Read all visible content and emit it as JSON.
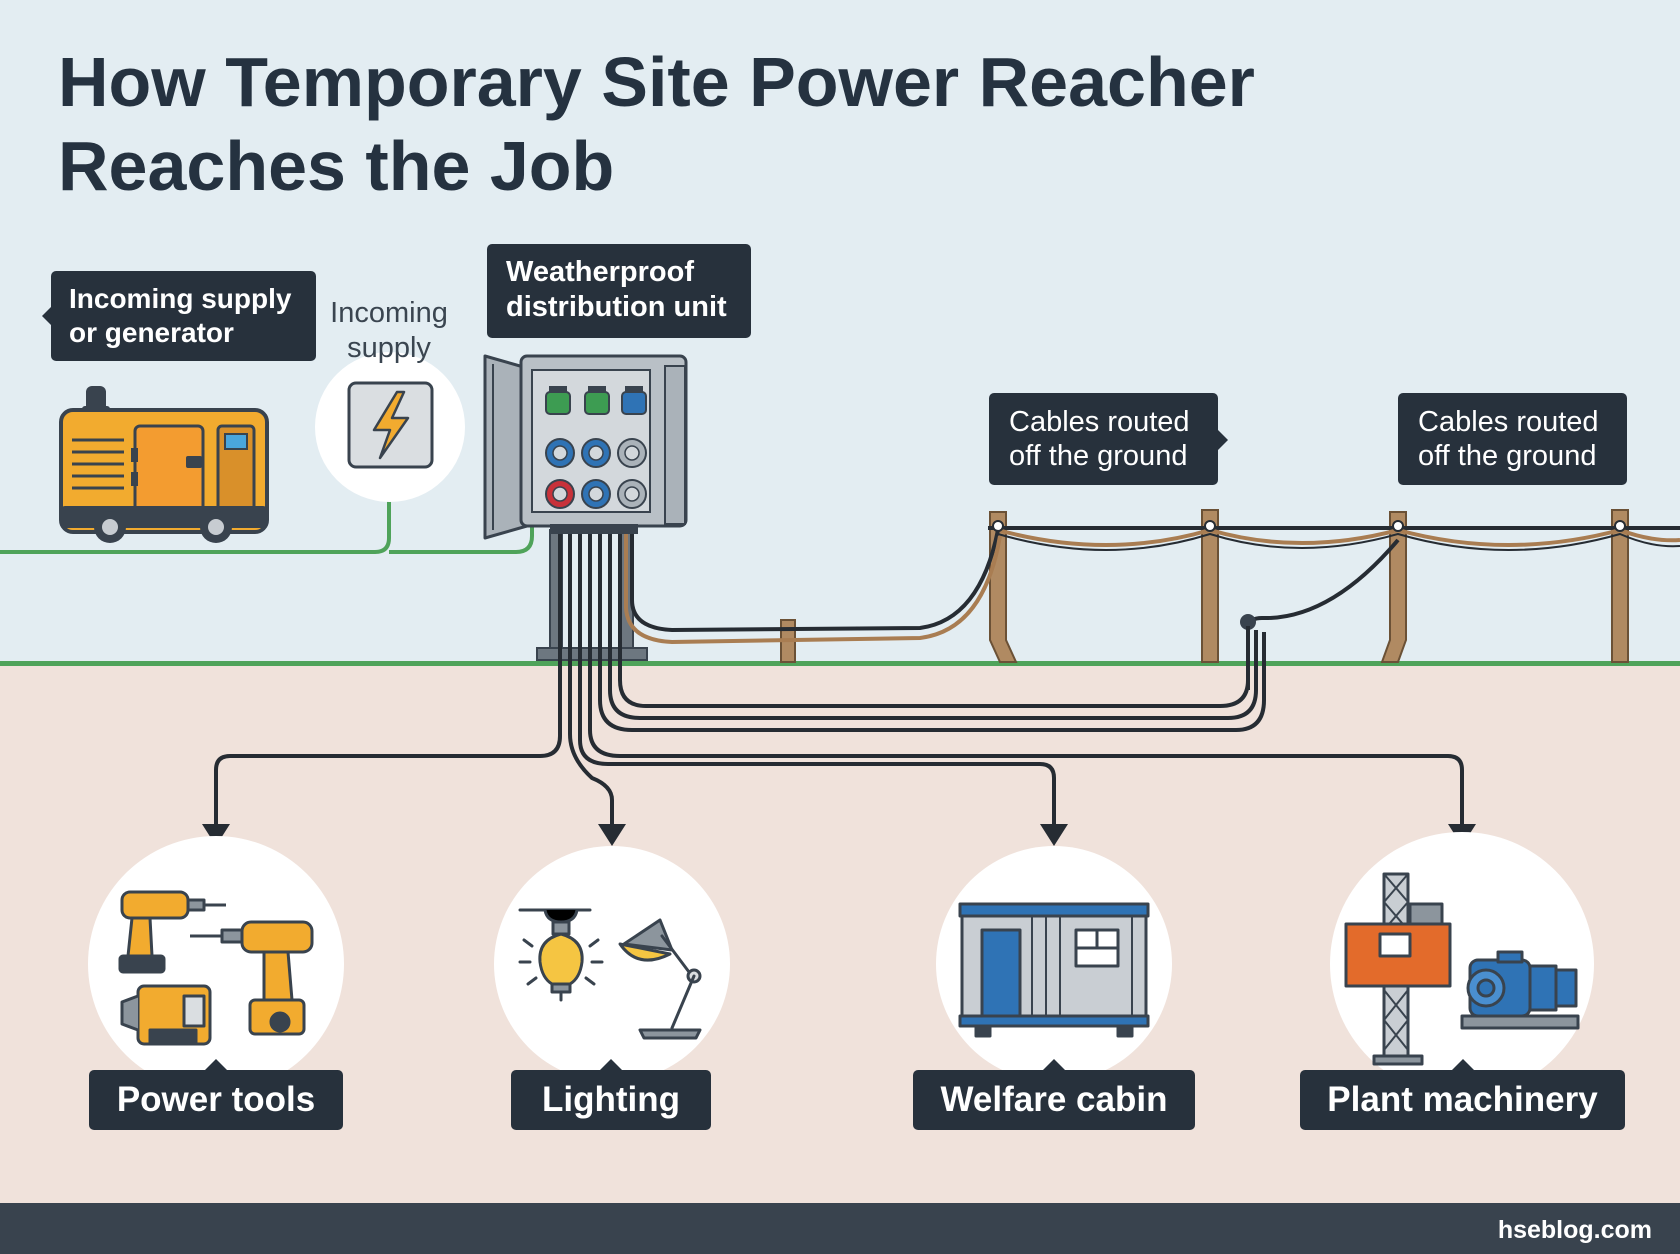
{
  "title": {
    "line1": "How Temporary Site Power Reacher",
    "line2": "Reaches the Job"
  },
  "callouts": {
    "generator": {
      "line1": "Incoming supply",
      "line2": "or generator"
    },
    "incoming": {
      "line1": "Incoming",
      "line2": "supply"
    },
    "distribution": {
      "line1": "Weatherproof",
      "line2": "distribution unit"
    },
    "cables_1": {
      "line1": "Cables routed",
      "line2": "off the ground"
    },
    "cables_2": {
      "line1": "Cables routed",
      "line2": "off the ground"
    }
  },
  "destinations": [
    {
      "label": "Power tools",
      "icon": "power-tools-icon"
    },
    {
      "label": "Lighting",
      "icon": "lighting-icon"
    },
    {
      "label": "Welfare cabin",
      "icon": "welfare-cabin-icon"
    },
    {
      "label": "Plant machinery",
      "icon": "plant-machinery-icon"
    }
  ],
  "footer": {
    "brand": "hseblog.com"
  },
  "colors": {
    "sky": "#e3edf2",
    "ground": "#f0e2db",
    "ground_line": "#4fa35a",
    "dark": "#27313c",
    "cable": "#262c33",
    "cable_brown": "#a97d52",
    "post": "#b08a62",
    "generator": "#f2ab2f",
    "socket_green": "#3d9c52",
    "socket_blue": "#2f73b5",
    "socket_red": "#c8323a",
    "footer": "#39434e"
  }
}
